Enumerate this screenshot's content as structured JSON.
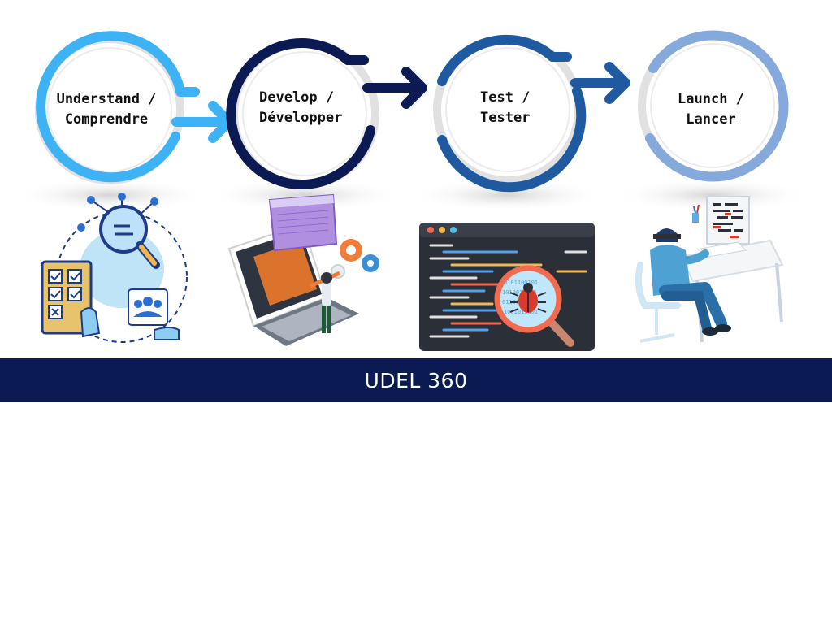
{
  "steps": [
    {
      "label": "Understand /\nComprendre",
      "color": "#3db2f5"
    },
    {
      "label": "Develop /\nDévelopper",
      "color": "#0b1a52"
    },
    {
      "label": "Test /\nTester",
      "color": "#1f5aa0"
    },
    {
      "label": "Launch /\nLancer",
      "color": "#85a9db"
    }
  ],
  "illustrations": {
    "understand": "analysis-checklist-icon",
    "develop": "laptop-developer-icon",
    "test": "code-bug-search-icon",
    "launch": "developer-at-desk-icon"
  },
  "footer": {
    "title": "UDEL 360",
    "background": "#0b1a52"
  }
}
